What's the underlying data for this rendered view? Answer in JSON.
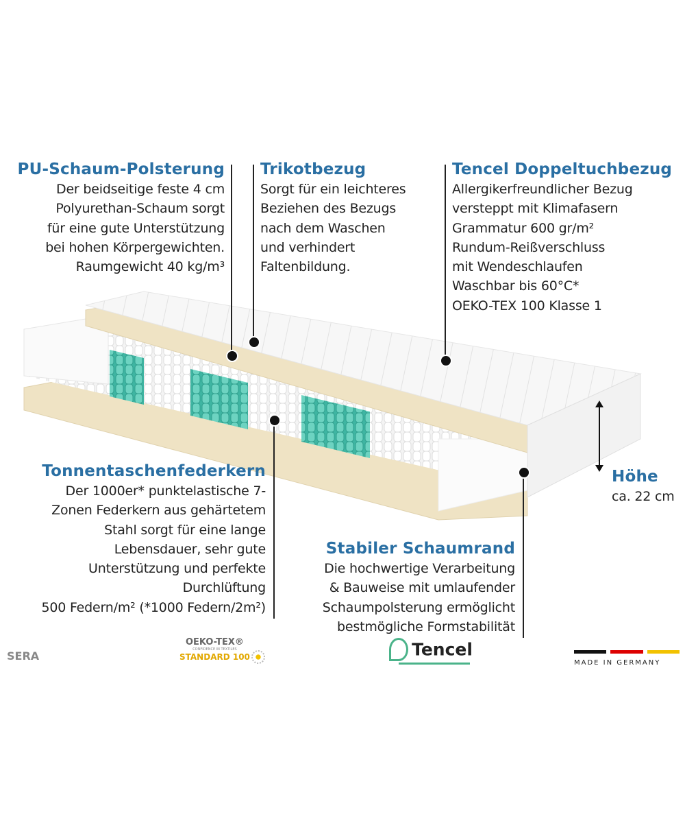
{
  "pu": {
    "title": "PU-Schaum-Polsterung",
    "lines": [
      "Der beidseitige feste 4 cm",
      "Polyurethan-Schaum sorgt",
      "für eine gute Unterstützung",
      "bei hohen Körpergewichten.",
      "Raumgewicht 40 kg/m³"
    ]
  },
  "trikot": {
    "title": "Trikotbezug",
    "lines": [
      "Sorgt für ein leichteres",
      "Beziehen des Bezugs",
      "nach dem Waschen",
      "und verhindert",
      "Faltenbildung."
    ]
  },
  "tencel": {
    "title": "Tencel Doppeltuchbezug",
    "lines": [
      "Allergikerfreundlicher Bezug",
      "versteppt mit Klimafasern",
      "Grammatur 600 gr/m²",
      "Rundum-Reißverschluss",
      "mit Wendeschlaufen",
      "Waschbar bis 60°C*",
      "OEKO-TEX 100 Klasse 1"
    ]
  },
  "tonnen": {
    "title": "Tonnentaschenfederkern",
    "lines": [
      "Der 1000er* punktelastische 7-",
      "Zonen Federkern aus gehärtetem",
      "Stahl sorgt für eine lange",
      "Lebensdauer, sehr gute",
      "Unterstützung und perfekte",
      "Durchlüftung",
      "500 Federn/m² (*1000 Federn/2m²)"
    ]
  },
  "schaumrand": {
    "title": "Stabiler Schaumrand",
    "lines": [
      "Die hochwertige Verarbeitung",
      "& Bauweise mit umlaufender",
      "Schaumpolsterung ermöglicht",
      "bestmögliche Formstabilität"
    ]
  },
  "hoehe": {
    "title": "Höhe",
    "value": "ca. 22 cm"
  },
  "footer": {
    "brand": "SERA",
    "oeko_title": "OEKO-TEX®",
    "oeko_sub": "CONFIDENCE IN TEXTILES",
    "oeko_std": "STANDARD 100",
    "tencel": "Tencel",
    "made_in": "MADE IN GERMANY"
  },
  "colors": {
    "heading": "#2a6fa3",
    "teal": "#4cc3b0",
    "cream": "#efe3c4",
    "oeko": "#e2a800",
    "tencel": "#4bb38a"
  }
}
